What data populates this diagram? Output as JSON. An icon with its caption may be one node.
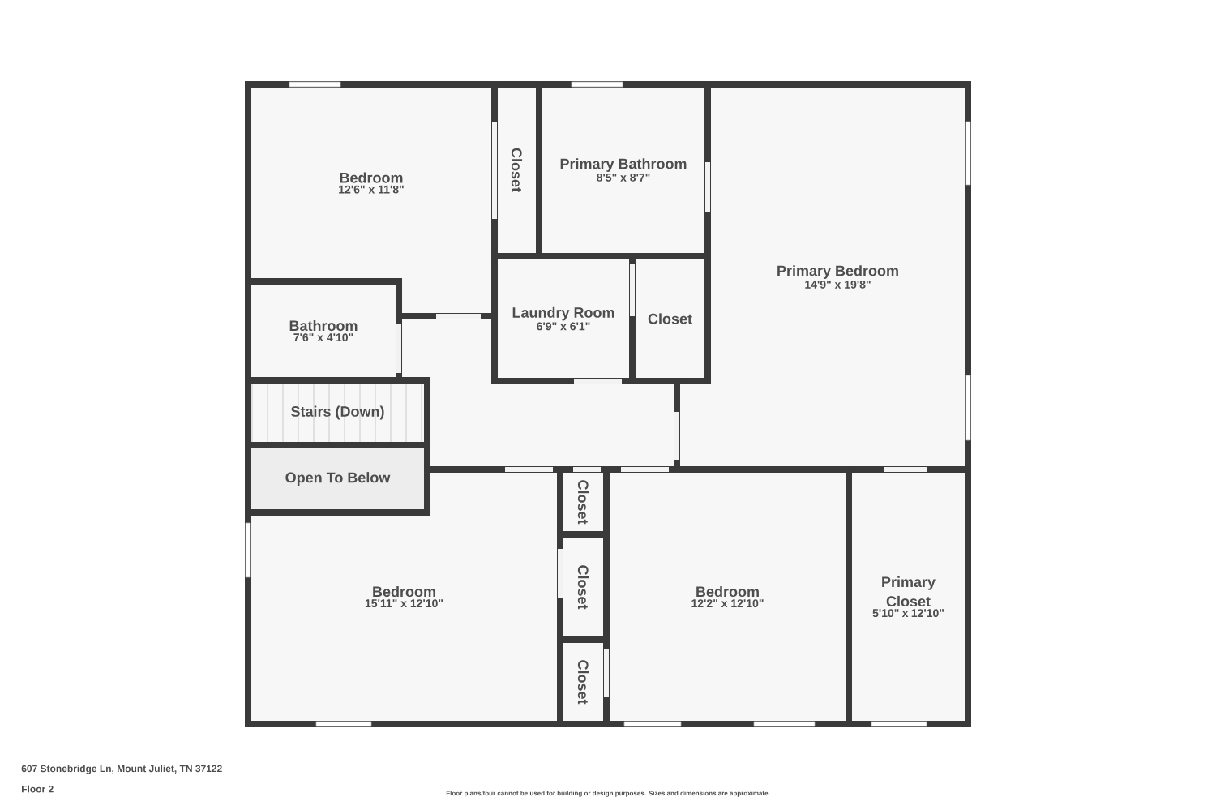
{
  "diagram": {
    "nodes": [
      {
        "text": [
          "Bedroom",
          "12'6\" x 11'8\""
        ]
      },
      {
        "text": [
          "Closet"
        ]
      },
      {
        "text": [
          "Primary Bathroom",
          "8'5\" x 8'7\""
        ]
      },
      {
        "text": [
          "Primary Bedroom",
          "14'9\" x 19'8\""
        ]
      },
      {
        "text": [
          "Bathroom",
          "7'6\" x 4'10\""
        ]
      },
      {
        "text": [
          "Laundry Room",
          "6'9\" x 6'1\""
        ]
      },
      {
        "text": [
          "Closet"
        ]
      },
      {
        "text": [
          "Stairs (Down)"
        ]
      },
      {
        "text": [
          "Open To Below"
        ]
      },
      {
        "text": [
          "Closet"
        ]
      },
      {
        "text": [
          "Bedroom",
          "15'11\" x 12'10\""
        ]
      },
      {
        "text": [
          "Closet"
        ]
      },
      {
        "text": [
          "Bedroom",
          "12'2\" x 12'10\""
        ]
      },
      {
        "text": [
          "Primary Closet",
          "5'10\" x 12'10\""
        ]
      },
      {
        "text": [
          "Closet"
        ]
      }
    ],
    "labels": [
      "607 Stonebridge Ln, Mount Juliet, TN 37122",
      "Floor 2",
      "Floor plans/tour cannot be used for building or design purposes. Sizes and dimensions are approximate."
    ]
  }
}
